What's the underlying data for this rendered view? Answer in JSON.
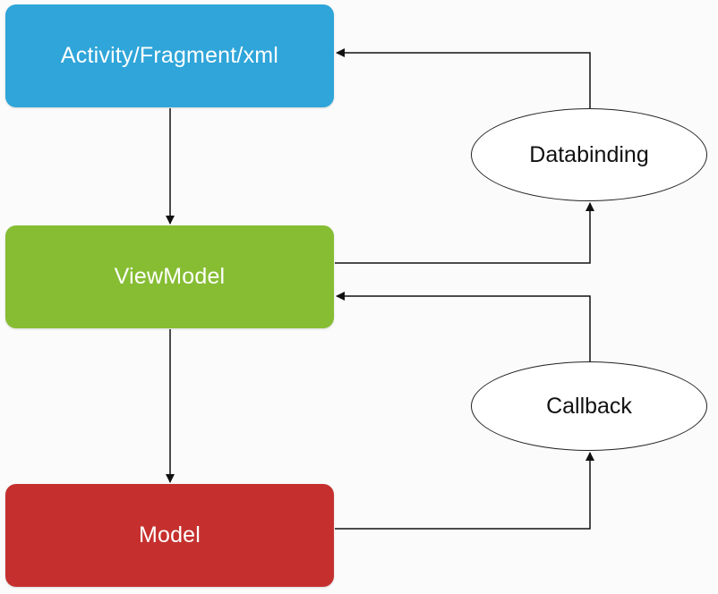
{
  "diagram": {
    "nodes": {
      "activity": {
        "label": "Activity/Fragment/xml",
        "color": "#2fa5d9"
      },
      "viewmodel": {
        "label": "ViewModel",
        "color": "#86bd33"
      },
      "model": {
        "label": "Model",
        "color": "#c5302e"
      },
      "databinding": {
        "label": "Databinding"
      },
      "callback": {
        "label": "Callback"
      }
    },
    "edges": [
      {
        "from": "Activity/Fragment/xml",
        "to": "ViewModel"
      },
      {
        "from": "ViewModel",
        "to": "Model"
      },
      {
        "from": "ViewModel",
        "to": "Databinding"
      },
      {
        "from": "Databinding",
        "to": "Activity/Fragment/xml"
      },
      {
        "from": "Model",
        "to": "Callback"
      },
      {
        "from": "Callback",
        "to": "ViewModel"
      }
    ],
    "line_color": "#111111"
  }
}
